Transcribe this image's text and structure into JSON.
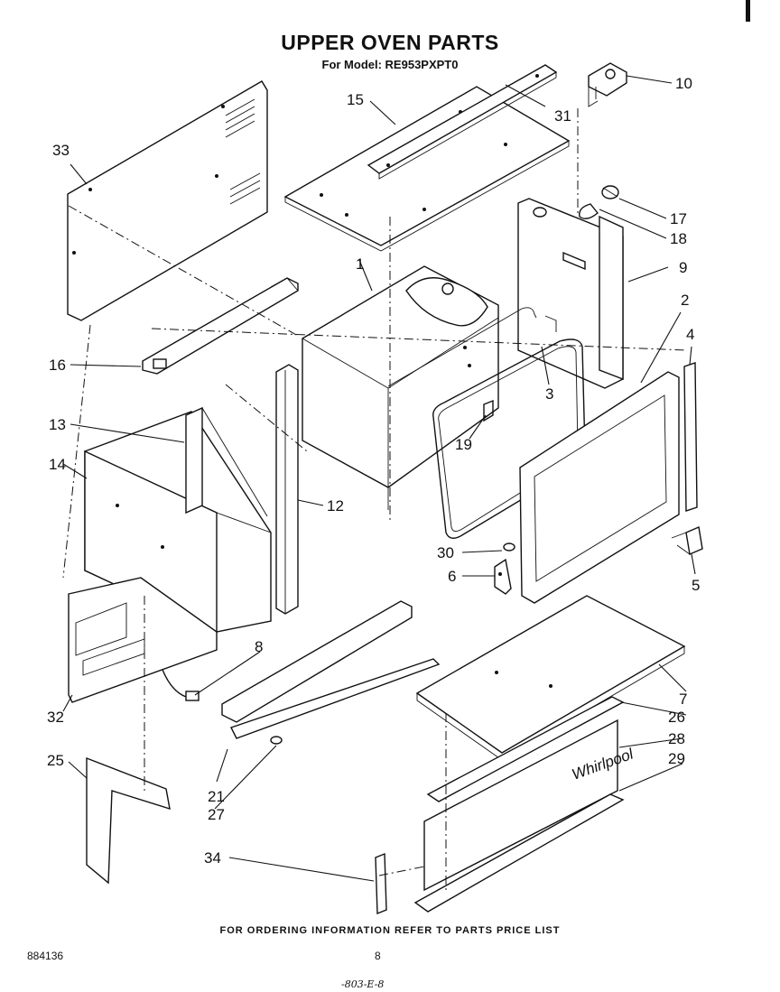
{
  "header": {
    "title": "UPPER OVEN PARTS",
    "subtitle": "For Model: RE953PXPT0"
  },
  "footer": {
    "note": "FOR ORDERING INFORMATION REFER TO PARTS PRICE LIST",
    "doc_number": "884136",
    "page_number": "8",
    "handwritten": "-803-E-8"
  },
  "callouts": {
    "p1": "1",
    "p2": "2",
    "p3": "3",
    "p4": "4",
    "p5": "5",
    "p6": "6",
    "p7": "7",
    "p8": "8",
    "p9": "9",
    "p10": "10",
    "p12": "12",
    "p13": "13",
    "p14": "14",
    "p15": "15",
    "p16": "16",
    "p17": "17",
    "p18": "18",
    "p19": "19",
    "p21": "21",
    "p25": "25",
    "p26": "26",
    "p27": "27",
    "p28": "28",
    "p29": "29",
    "p30": "30",
    "p31": "31",
    "p32": "32",
    "p33": "33",
    "p34": "34"
  },
  "logo_text": "Whirlpool"
}
